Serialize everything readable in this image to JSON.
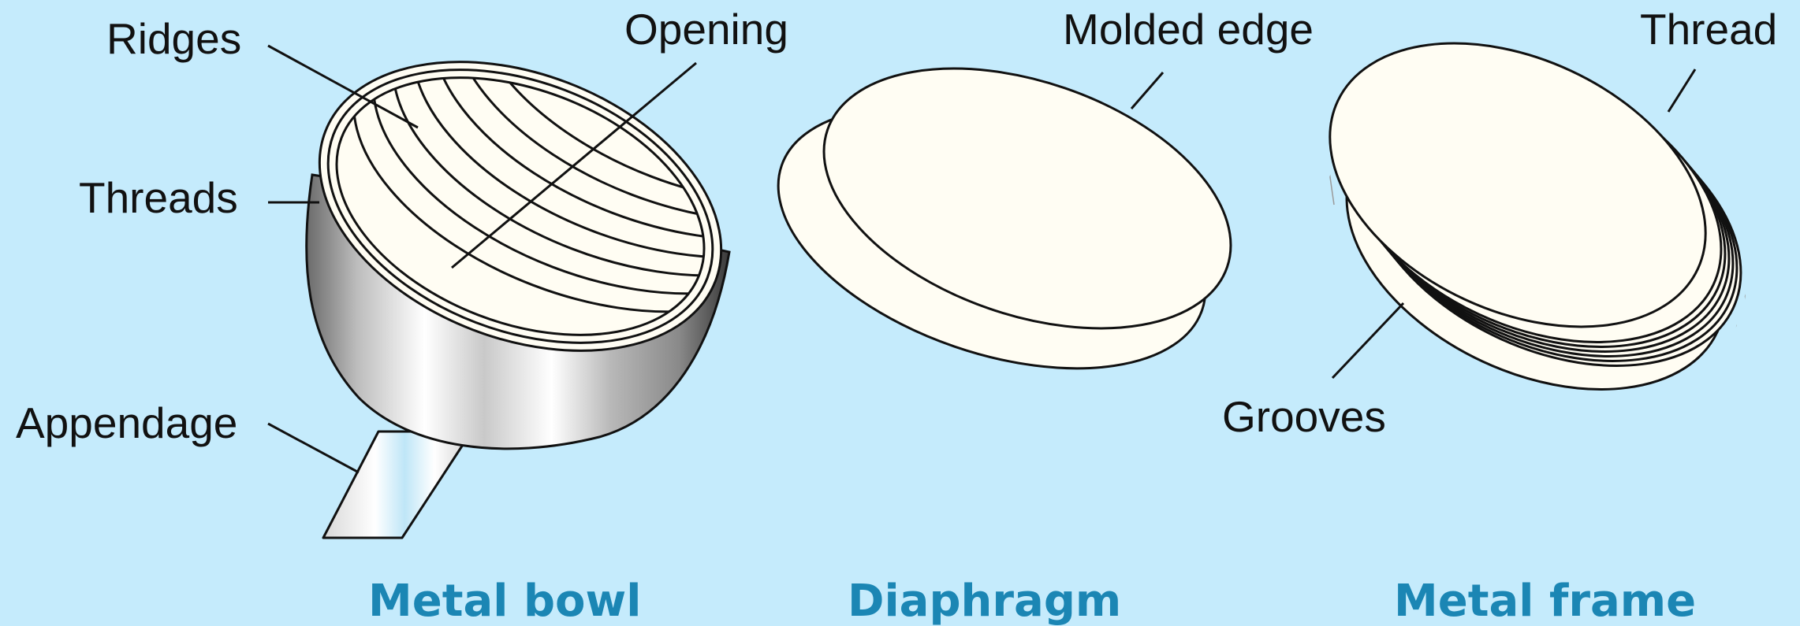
{
  "labels": {
    "ridges": "Ridges",
    "threads": "Threads",
    "appendage": "Appendage",
    "opening": "Opening",
    "molded_edge": "Molded edge",
    "thread": "Thread",
    "grooves": "Grooves"
  },
  "captions": {
    "metal_bowl": "Metal bowl",
    "diaphragm": "Diaphragm",
    "metal_frame": "Metal frame"
  },
  "colors": {
    "background": "#c5ebfc",
    "caption": "#1b86b4",
    "part_fill": "#fffdf3",
    "outline": "#111111"
  }
}
